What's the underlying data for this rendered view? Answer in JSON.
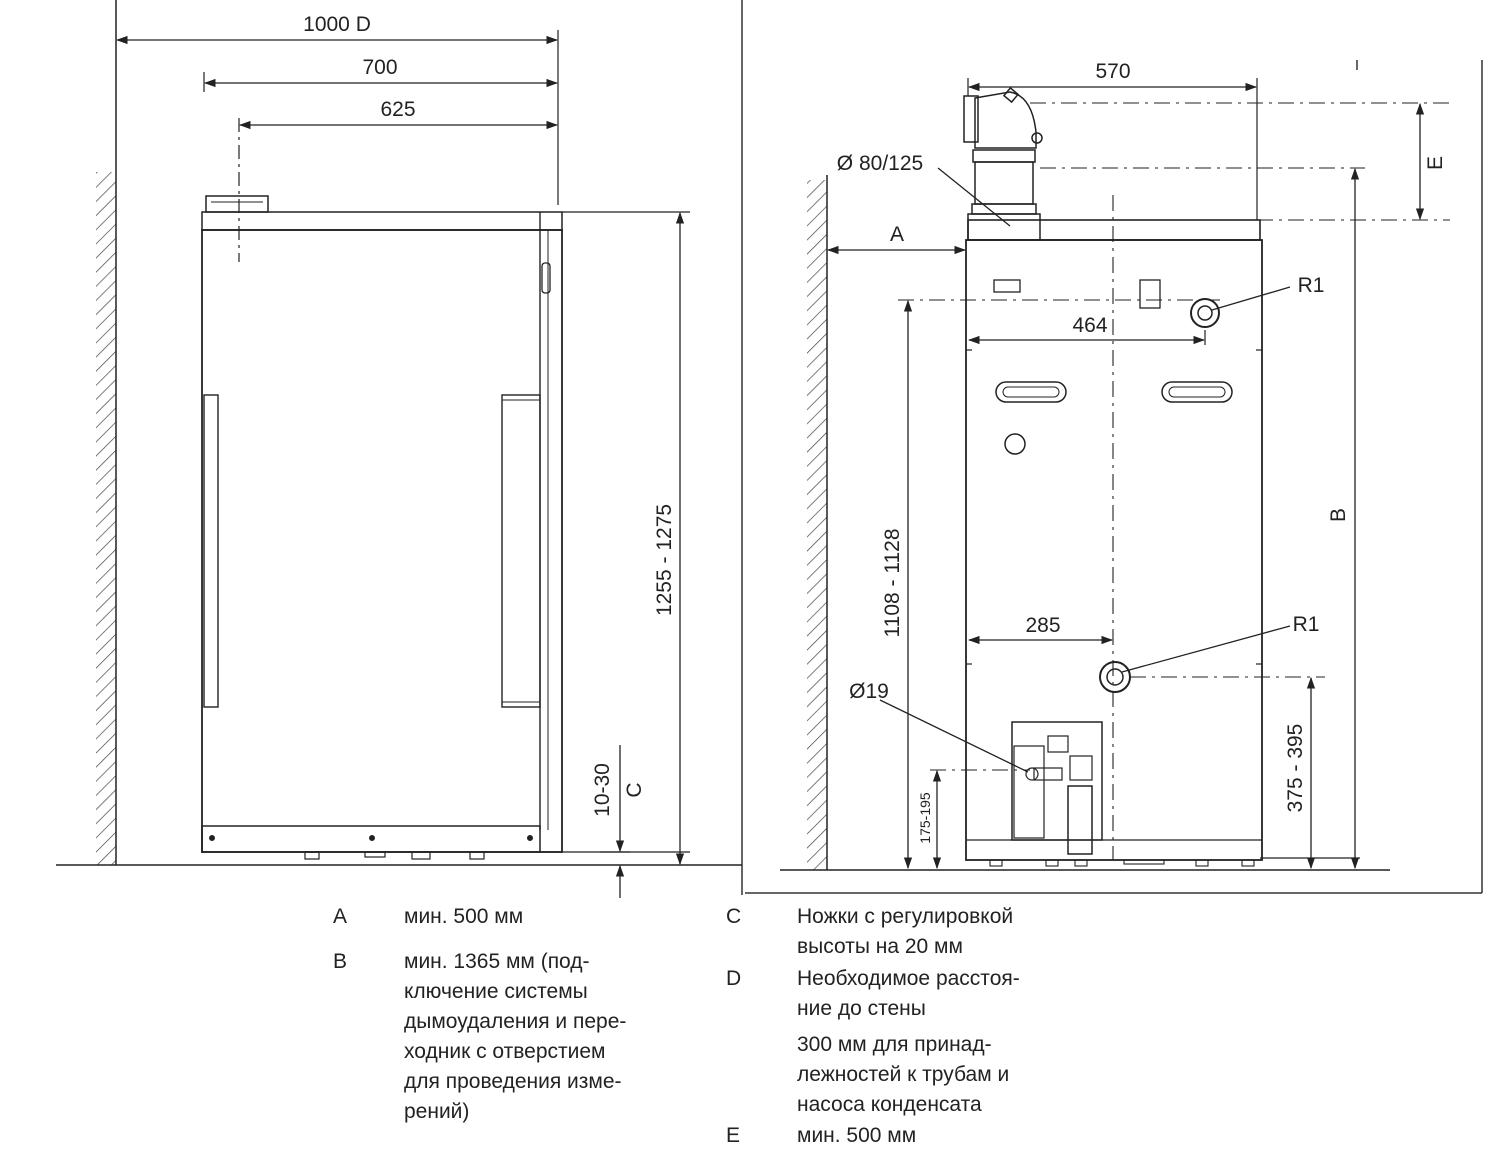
{
  "dimensions": {
    "overall_depth": "1000 D",
    "depth_700": "700",
    "depth_625": "625",
    "height_left": "1255 - 1275",
    "feet_adjust": "10-30",
    "feet_label": "C",
    "width_570": "570",
    "flue_diameter": "Ø 80/125",
    "clearance_a": "A",
    "clearance_b": "B",
    "clearance_e": "E",
    "connection_top": "R1",
    "connection_bottom": "R1",
    "offset_464": "464",
    "offset_285": "285",
    "height_1108": "1108 - 1128",
    "height_375": "375 - 395",
    "height_175": "175-195",
    "condensate_diameter": "Ø19"
  },
  "legend": [
    {
      "key": "A",
      "text": "мин. 500 мм"
    },
    {
      "key": "B",
      "text": "мин. 1365 мм (под-\nключение системы\nдымоудаления и пере-\nходник с отверстием\nдля проведения изме-\nрений)"
    },
    {
      "key": "C",
      "text": "Ножки с регулировкой\nвысоты на 20 мм"
    },
    {
      "key": "D",
      "text": "Необходимое расстоя-\nние до стены"
    },
    {
      "key": "D_note",
      "text": "300 мм для принад-\nлежностей к трубам и\nнасоса конденсата"
    },
    {
      "key": "E",
      "text": "мин. 500 мм"
    }
  ]
}
